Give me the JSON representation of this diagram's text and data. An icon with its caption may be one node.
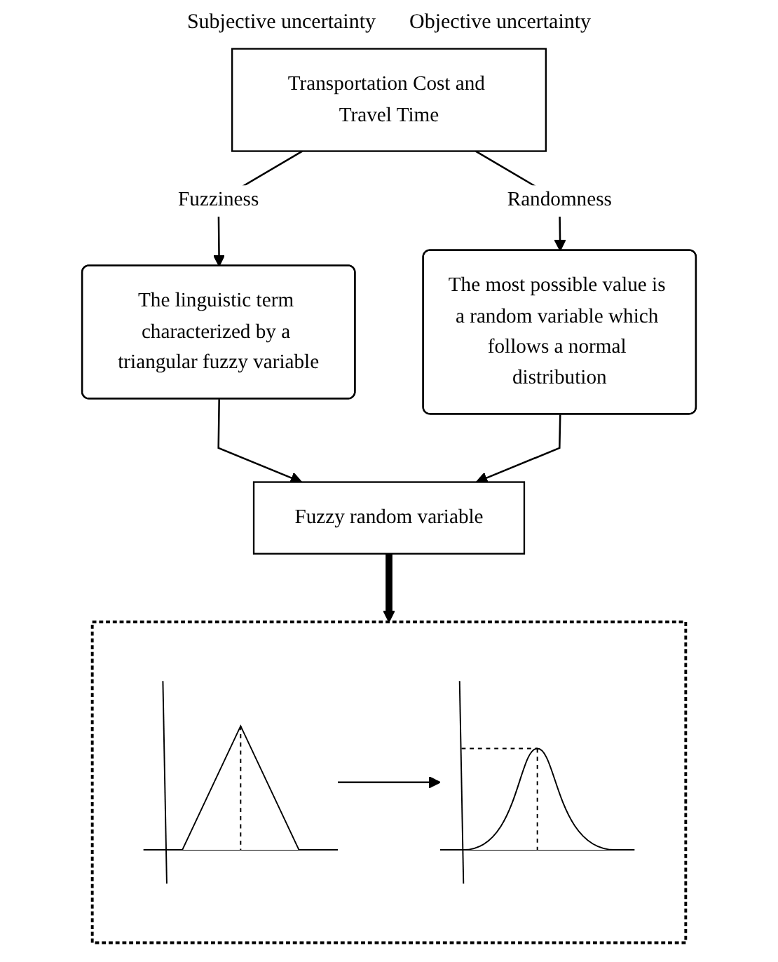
{
  "diagram": {
    "nodes": [
      {
        "text": [
          "Transportation Cost and Travel Time"
        ]
      },
      {
        "text": [
          "The linguistic term characterized by a triangular fuzzy variable"
        ]
      },
      {
        "text": [
          "The most possible value is a random variable which follows a normal distribution"
        ]
      },
      {
        "text": [
          "Fuzzy random variable"
        ]
      },
      {
        "text": [],
        "shape": "box"
      },
      {
        "text": [],
        "shape": "picture",
        "in": 4
      },
      {
        "text": [],
        "shape": "picture",
        "in": 4
      }
    ],
    "edges": [
      {
        "from": 0,
        "to": 1,
        "arrow": "to",
        "label": "Fuzziness"
      },
      {
        "from": 0,
        "to": 2,
        "arrow": "to",
        "label": "Randomness"
      },
      {
        "from": 1,
        "to": 3,
        "arrow": "to"
      },
      {
        "from": 2,
        "to": 3,
        "arrow": "to"
      },
      {
        "from": 3,
        "to": 4,
        "arrow": "to",
        "style": "thick"
      },
      {
        "from": 5,
        "to": 6,
        "arrow": "to"
      }
    ],
    "labels": [
      "Subjective uncertainty",
      "Objective uncertainty"
    ]
  }
}
